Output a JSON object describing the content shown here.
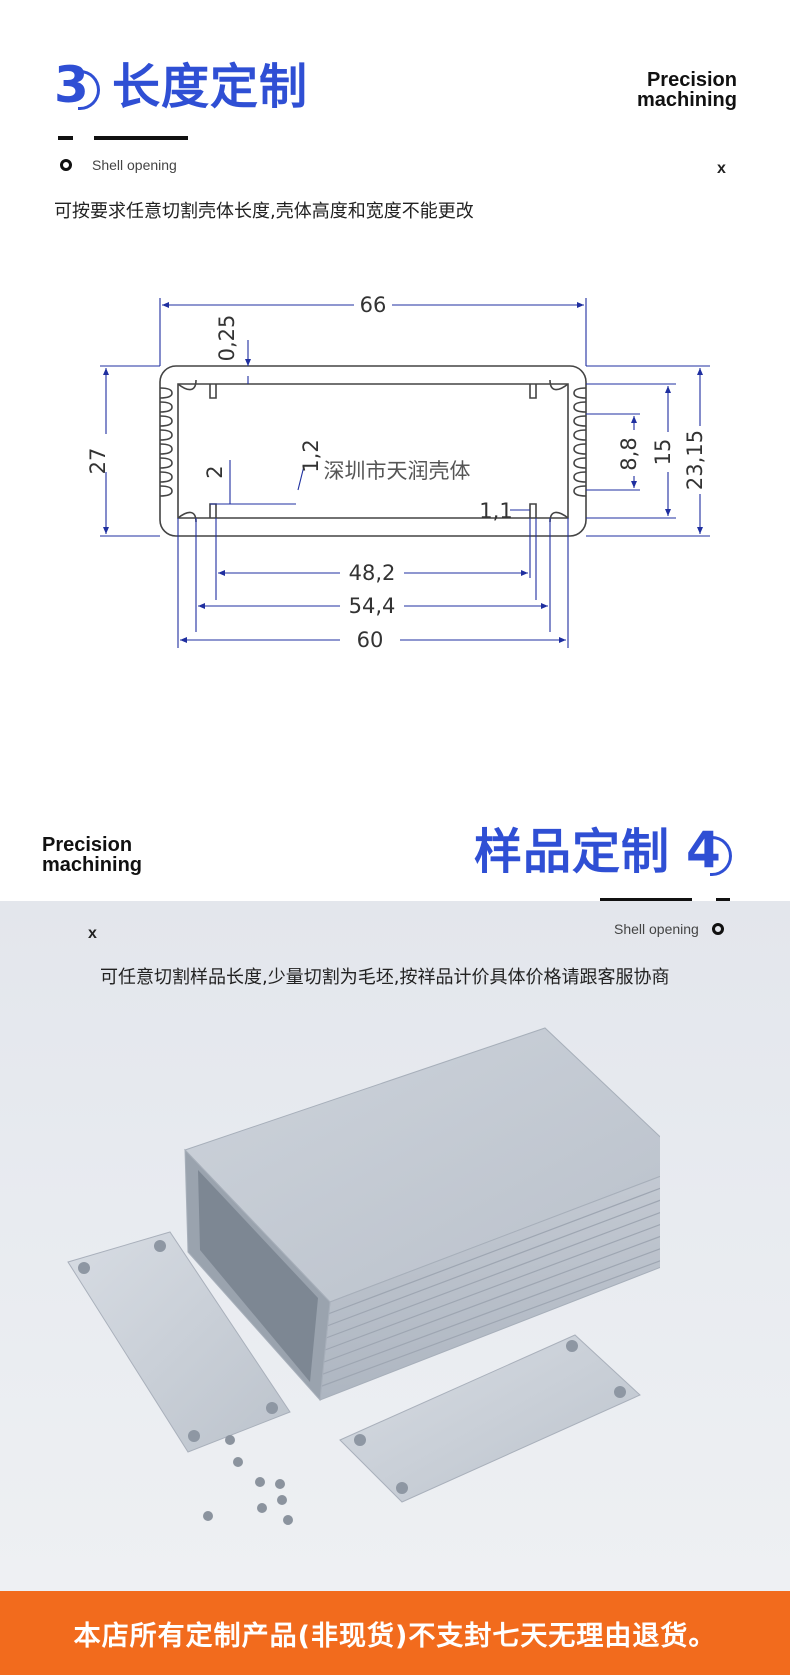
{
  "section3": {
    "number": "3",
    "title": "长度定制",
    "precision_line1": "Precision",
    "precision_line2": "machining",
    "shell_label": "Shell opening",
    "close_mark": "x",
    "description": "可按要求任意切割壳体长度,壳体高度和宽度不能更改"
  },
  "drawing": {
    "watermark": "深圳市天润壳体",
    "dims": {
      "top_width": "66",
      "wall": "0,25",
      "height": "27",
      "fin": "2",
      "slot": "1,2",
      "inner_side": "8,8",
      "mid_side": "15",
      "outer_side": "23,15",
      "lip": "1,1",
      "inner_width": "48,2",
      "mid_width": "54,4",
      "bottom_width": "60"
    }
  },
  "section4": {
    "number": "4",
    "title": "样品定制",
    "precision_line1": "Precision",
    "precision_line2": "machining",
    "shell_label": "Shell opening",
    "close_mark": "x",
    "description": "可任意切割样品长度,少量切割为毛坯,按祥品计价具体价格请跟客服协商"
  },
  "footer": {
    "notice": "本店所有定制产品(非现货)不支封七天无理由退货。"
  },
  "colors": {
    "accent_blue": "#2f4fd4",
    "footer_orange": "#f26b1d",
    "dimension_line": "#1f2fa0"
  }
}
